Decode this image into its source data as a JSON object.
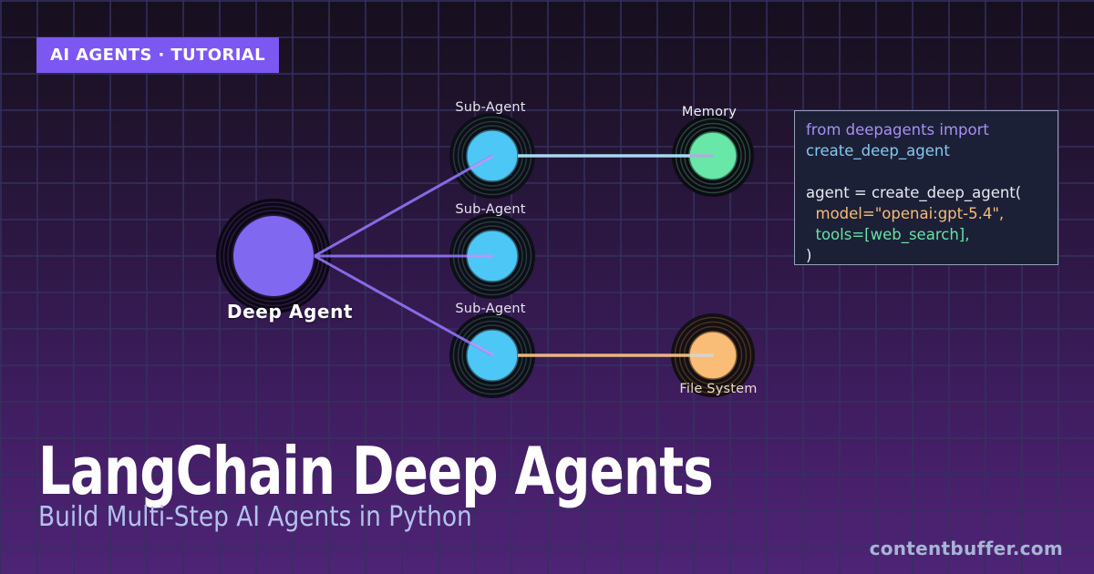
{
  "badge": {
    "label": "AI AGENTS · TUTORIAL",
    "bg": "#7c57f2"
  },
  "hero": {
    "title": "LangChain Deep Agents",
    "subtitle": "Build Multi-Step AI Agents in Python"
  },
  "watermark": "contentbuffer.com",
  "diagram": {
    "deep_agent_label": "Deep Agent",
    "sub_agent_labels": [
      "Sub-Agent",
      "Sub-Agent",
      "Sub-Agent"
    ],
    "memory_label": "Memory",
    "file_system_label": "File System",
    "colors": {
      "deep_agent_fill": "#8168f1",
      "sub_agent_fill": "#4dc8f6",
      "memory_fill": "#69e7a9",
      "file_system_fill": "#f9bd78",
      "edge_purple": "#8d72f2",
      "edge_blue": "#a5d9f5",
      "edge_orange": "#e7b77c"
    }
  },
  "code": {
    "lines": [
      {
        "text": "from deepagents import",
        "color": "#a98ef5"
      },
      {
        "text": "create_deep_agent",
        "color": "#84c8f0"
      },
      {
        "text": "",
        "color": ""
      },
      {
        "text": "agent = create_deep_agent(",
        "color": "#e8e8f0"
      },
      {
        "text": "  model=\"openai:gpt-5.4\",",
        "color": "#f6bd78"
      },
      {
        "text": "  tools=[web_search],",
        "color": "#68e2a4"
      },
      {
        "text": ")",
        "color": "#e8e8f0"
      }
    ]
  }
}
